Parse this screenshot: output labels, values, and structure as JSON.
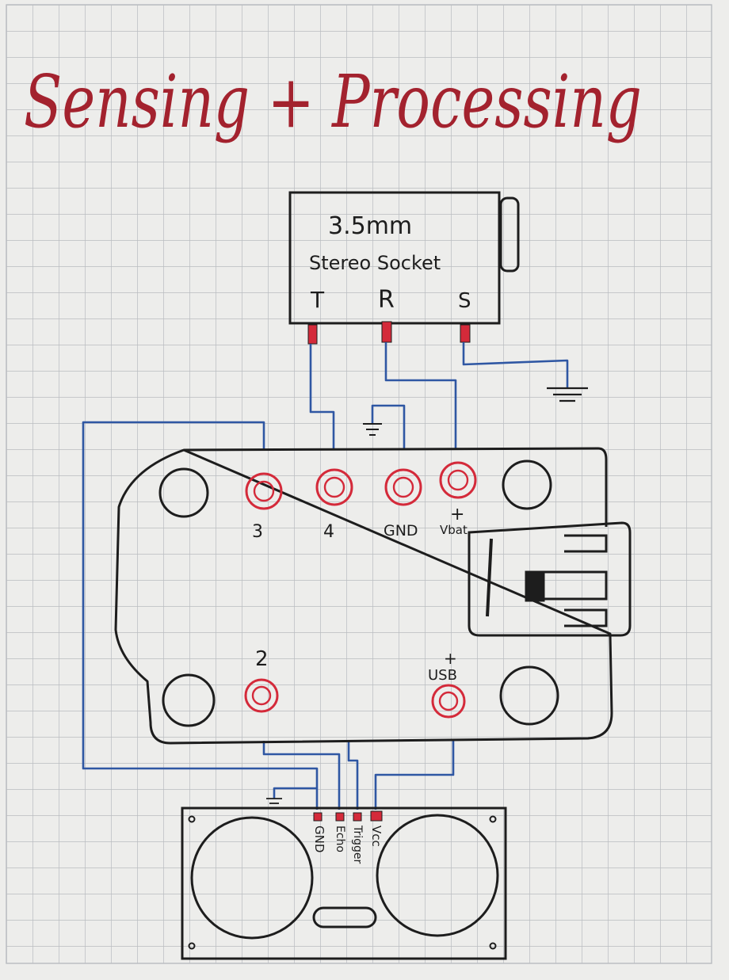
{
  "title": "Sensing + Processing",
  "jack": {
    "line1": "3.5mm",
    "line2": "Stereo Socket",
    "pins": [
      "T",
      "R",
      "S"
    ]
  },
  "board": {
    "pins": {
      "p3": "3",
      "p4": "4",
      "gnd": "GND",
      "vbat_plus": "+",
      "vbat": "Vbat",
      "p2": "2",
      "vusb_plus": "+",
      "vusb": "USB"
    }
  },
  "sensor": {
    "pins": [
      "GND",
      "Echo",
      "Trigger",
      "Vcc"
    ]
  },
  "colors": {
    "paper": "#ededeb",
    "grid": "#b9bcc0",
    "ink": "#1d1d1d",
    "red": "#d42a3a",
    "wire": "#2f57a3",
    "title": "#a3222e"
  }
}
